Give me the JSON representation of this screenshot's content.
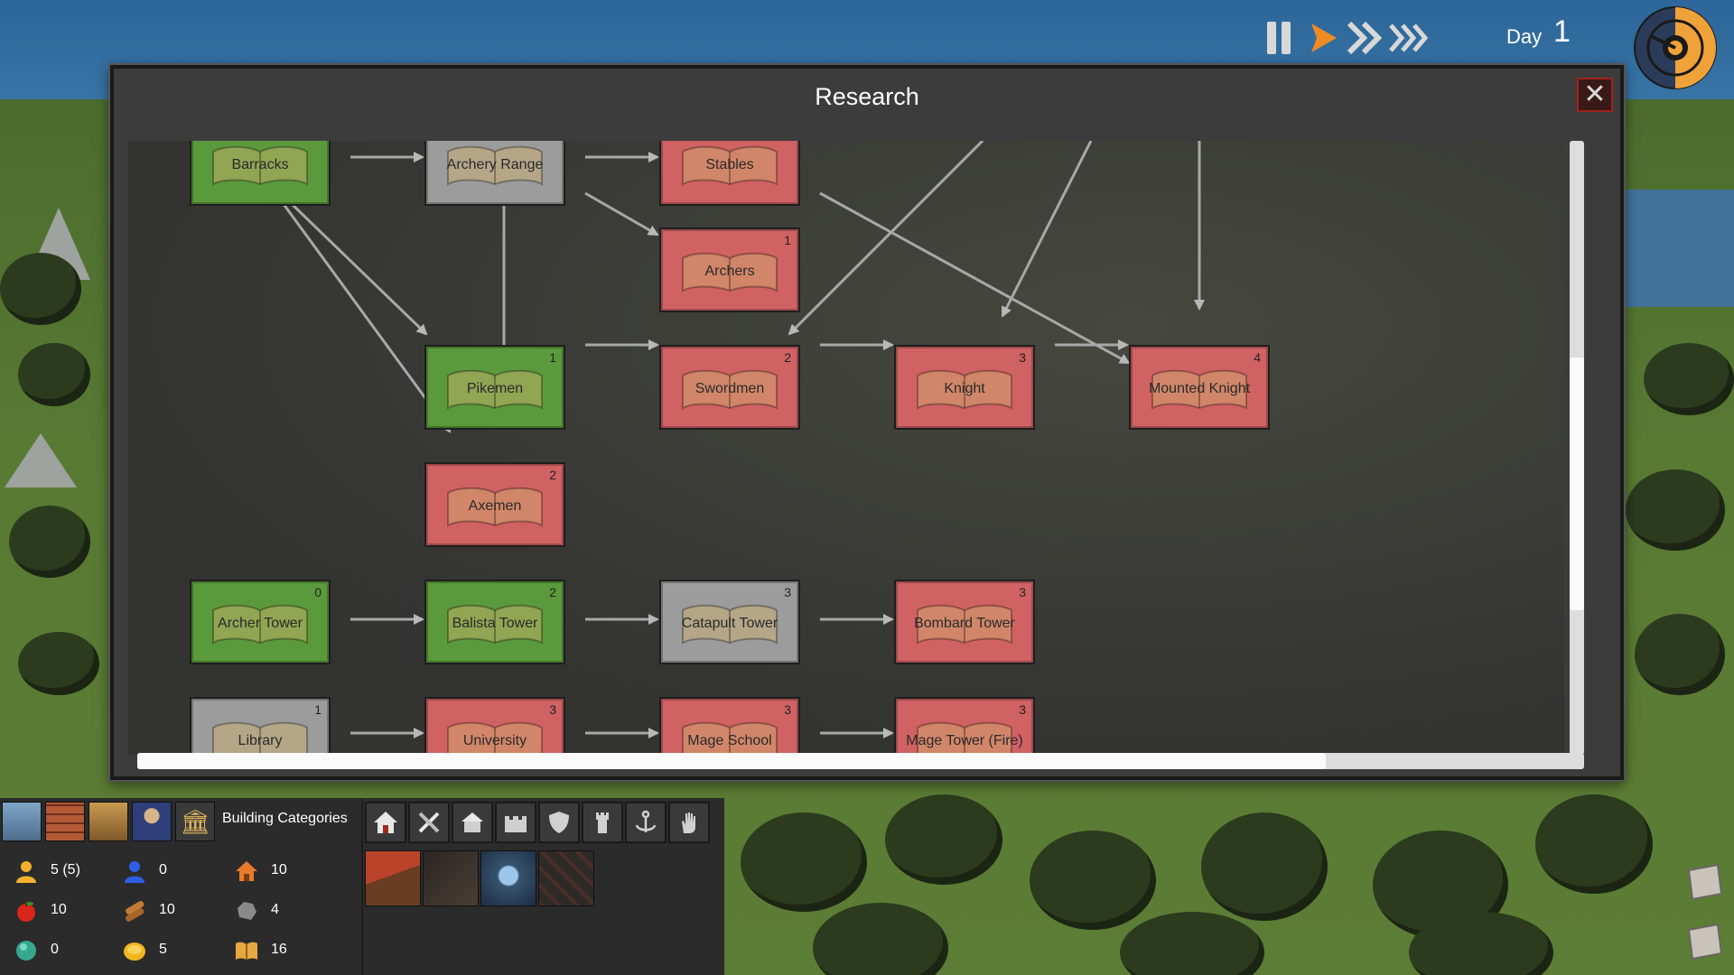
{
  "top_bar": {
    "day_label": "Day",
    "day_number": "1",
    "speed_controls": [
      "pause",
      "play",
      "fast-forward",
      "fastest"
    ]
  },
  "research": {
    "title": "Research",
    "close_symbol": "✕",
    "nodes": {
      "barracks": {
        "label": "Barracks",
        "cost": "",
        "state": "researched"
      },
      "archery_range": {
        "label": "Archery Range",
        "cost": "",
        "state": "available"
      },
      "stables": {
        "label": "Stables",
        "cost": "",
        "state": "locked"
      },
      "archers": {
        "label": "Archers",
        "cost": "1",
        "state": "locked"
      },
      "pikemen": {
        "label": "Pikemen",
        "cost": "1",
        "state": "researched"
      },
      "swordmen": {
        "label": "Swordmen",
        "cost": "2",
        "state": "locked"
      },
      "knight": {
        "label": "Knight",
        "cost": "3",
        "state": "locked"
      },
      "mounted_knight": {
        "label": "Mounted Knight",
        "cost": "4",
        "state": "locked"
      },
      "axemen": {
        "label": "Axemen",
        "cost": "2",
        "state": "locked"
      },
      "archer_tower": {
        "label": "Archer Tower",
        "cost": "0",
        "state": "researched"
      },
      "balista_tower": {
        "label": "Balista Tower",
        "cost": "2",
        "state": "researched"
      },
      "catapult_tower": {
        "label": "Catapult Tower",
        "cost": "3",
        "state": "available"
      },
      "bombard_tower": {
        "label": "Bombard Tower",
        "cost": "3",
        "state": "locked"
      },
      "library": {
        "label": "Library",
        "cost": "1",
        "state": "available"
      },
      "university": {
        "label": "University",
        "cost": "3",
        "state": "locked"
      },
      "mage_school": {
        "label": "Mage School",
        "cost": "3",
        "state": "locked"
      },
      "mage_tower_fire": {
        "label": "Mage Tower (Fire)",
        "cost": "3",
        "state": "locked"
      }
    },
    "colors": {
      "researched": "#5b9a3c",
      "locked": "#d06264",
      "available": "#9c9c9c"
    },
    "vertical_scroll": 0.35,
    "horizontal_scroll": 0.0
  },
  "hud": {
    "categories_label": "Building Categories",
    "category_icons": [
      "castle-icon",
      "bricks-icon",
      "house-icon",
      "mage-icon",
      "bank-icon"
    ],
    "building_buttons": [
      "house-icon",
      "tools-icon",
      "shack-icon",
      "wall-icon",
      "shield-icon",
      "tower-icon",
      "anchor-icon",
      "hand-icon"
    ],
    "sub_tiles": [
      "red-house-tile",
      "dark-tent-tile",
      "portal-tile",
      "lattice-tile"
    ],
    "resources": [
      {
        "icon": "peasant-icon",
        "value": "5 (5)"
      },
      {
        "icon": "worker-icon",
        "value": "0"
      },
      {
        "icon": "home-icon",
        "value": "10"
      },
      {
        "icon": "apple-icon",
        "value": "10"
      },
      {
        "icon": "wood-icon",
        "value": "10"
      },
      {
        "icon": "stone-icon",
        "value": "4"
      },
      {
        "icon": "crystal-icon",
        "value": "0"
      },
      {
        "icon": "gold-icon",
        "value": "5"
      },
      {
        "icon": "book-icon",
        "value": "16"
      }
    ]
  }
}
